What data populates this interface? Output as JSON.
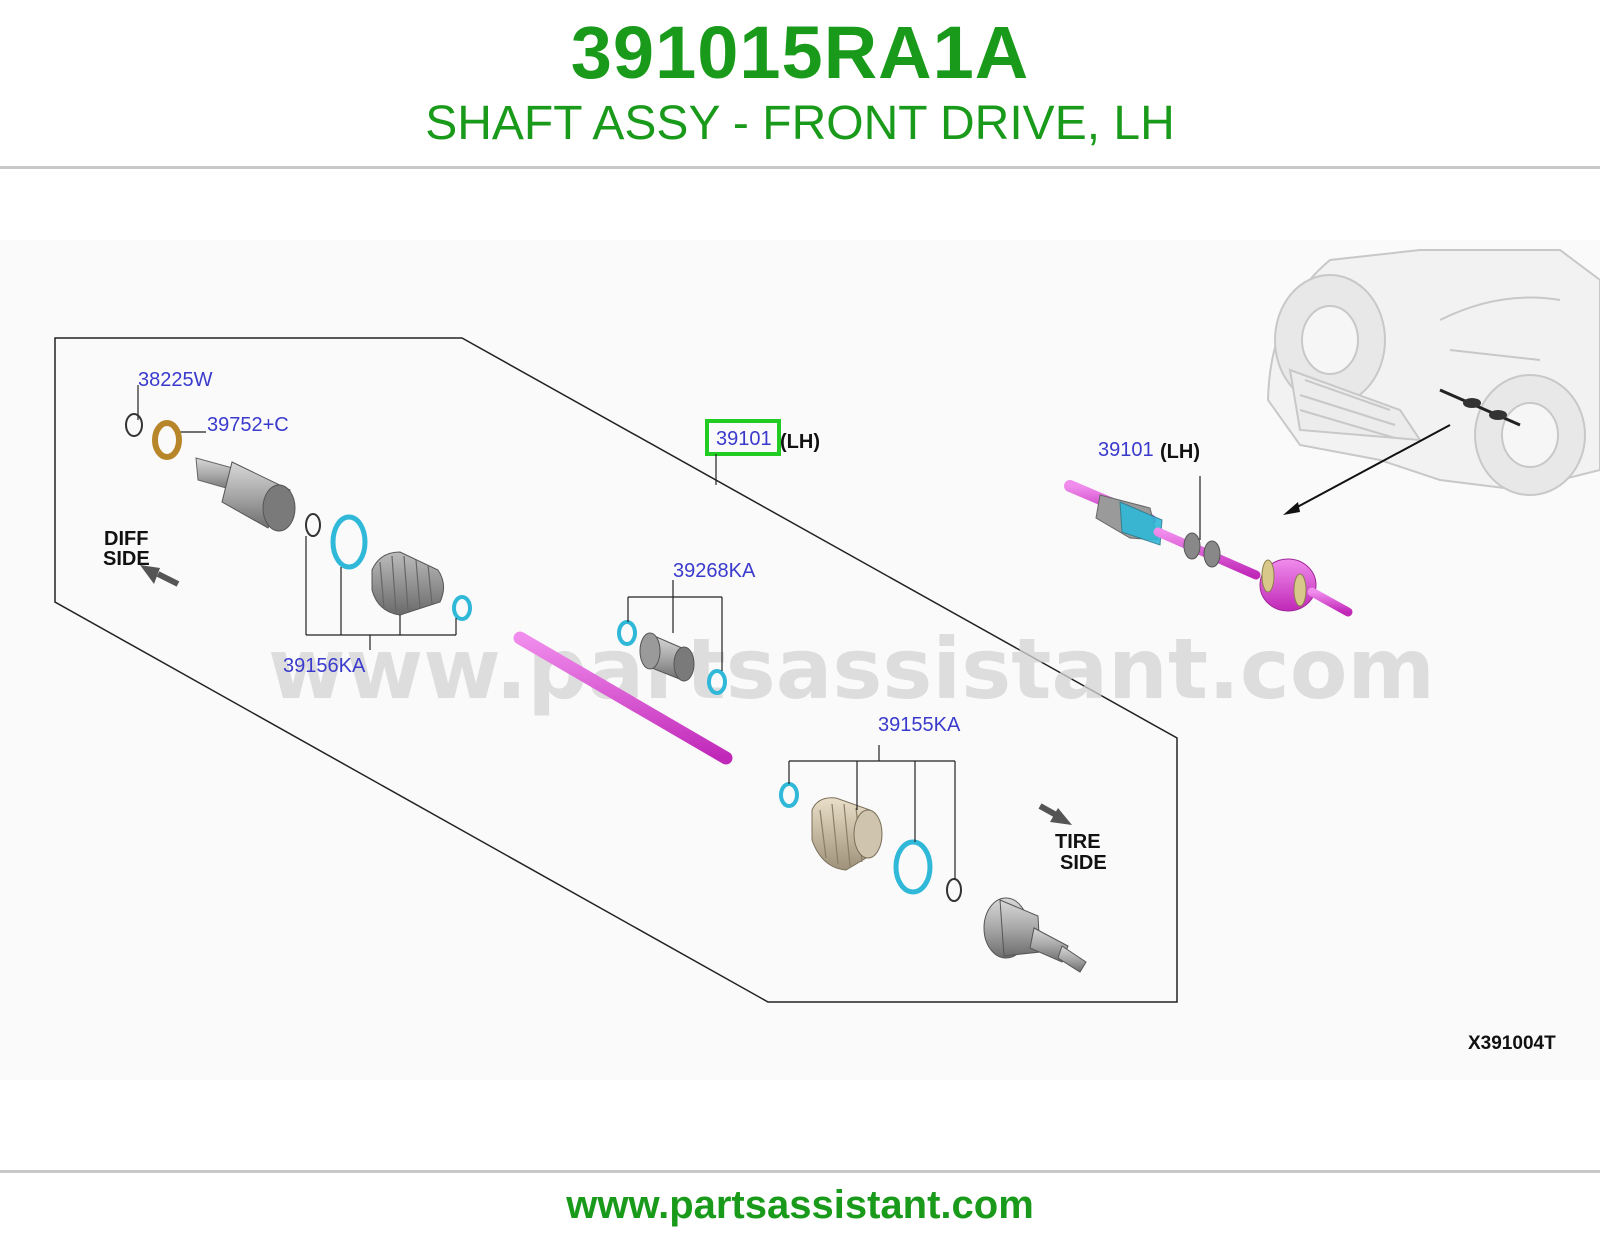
{
  "header": {
    "part_number": "391015RA1A",
    "description": "SHAFT ASSY - FRONT DRIVE, LH"
  },
  "diagram": {
    "callouts": {
      "c38225w": "38225W",
      "c39752c": "39752+C",
      "c39101_main": "39101",
      "c39101_main_side": "(LH)",
      "c39101_right": "39101",
      "c39101_right_side": "(LH)",
      "c39268ka": "39268KA",
      "c39156ka": "39156KA",
      "c39155ka": "39155KA"
    },
    "diff_side": [
      "DIFF",
      "SIDE"
    ],
    "tire_side": [
      "TIRE",
      "SIDE"
    ],
    "figure_code": "X391004T",
    "watermark": "www.partsassistant.com"
  },
  "footer": {
    "url": "www.partsassistant.com"
  },
  "colors": {
    "brand_green": "#1a9a1a",
    "highlight_green": "#22cc22",
    "callout_blue": "#3a3acc",
    "shaft_magenta": "#e040d8",
    "boot_cyan": "#30b8d8"
  }
}
